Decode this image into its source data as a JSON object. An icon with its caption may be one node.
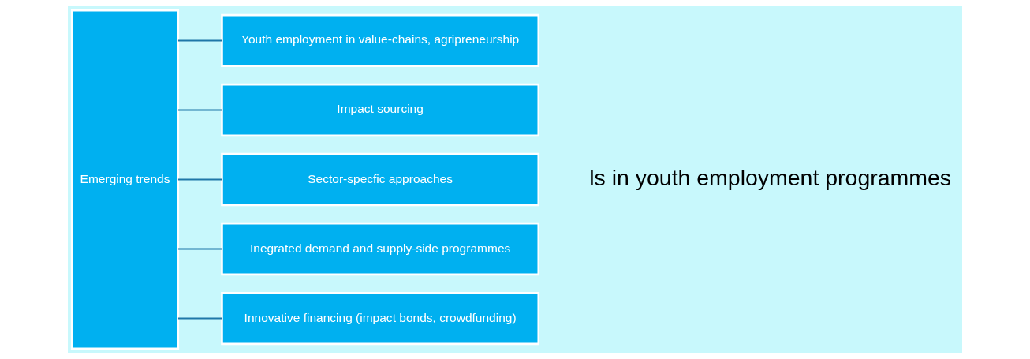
{
  "diagram": {
    "nodes": [
      {
        "text": [
          "Emerging trends"
        ]
      },
      {
        "text": [
          "Youth employment in value-chains, agripreneurship"
        ]
      },
      {
        "text": [
          "Impact sourcing"
        ]
      },
      {
        "text": [
          "Sector-specfic approaches"
        ]
      },
      {
        "text": [
          "Inegrated demand and supply-side programmes"
        ]
      },
      {
        "text": [
          "Innovative financing (impact bonds, crowdfunding)"
        ]
      }
    ],
    "edges": [
      {
        "from": 0,
        "to": 1,
        "arrow": "none"
      },
      {
        "from": 0,
        "to": 2,
        "arrow": "none"
      },
      {
        "from": 0,
        "to": 3,
        "arrow": "none"
      },
      {
        "from": 0,
        "to": 4,
        "arrow": "none"
      },
      {
        "from": 0,
        "to": 5,
        "arrow": "none"
      }
    ],
    "labels": [
      "ls in youth employment programmes"
    ]
  }
}
